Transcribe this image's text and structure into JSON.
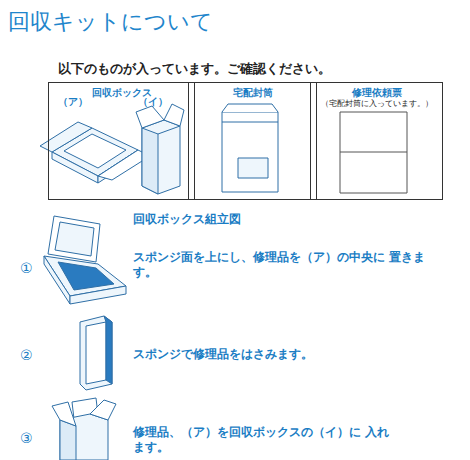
{
  "diagram": {
    "title": "回収キットについて",
    "nodes": [
      {
        "text": [
          "回収ボックス"
        ]
      },
      {
        "text": [
          "宅配封筒"
        ]
      },
      {
        "text": [
          "修理依頼票",
          "（宅配封筒に入っています。）"
        ]
      }
    ],
    "labels": [
      "以下のものが入っています。ご確認ください。",
      "（ア）",
      "（イ）",
      "回収ボックス組立図",
      "①",
      "スポンジ面を上にし、修理品を（ア）の中央に 置きます。",
      "②",
      "スポンジで修理品をはさみます。",
      "③",
      "修理品、（ア）を回収ボックスの（イ）に 入れます。"
    ]
  }
}
